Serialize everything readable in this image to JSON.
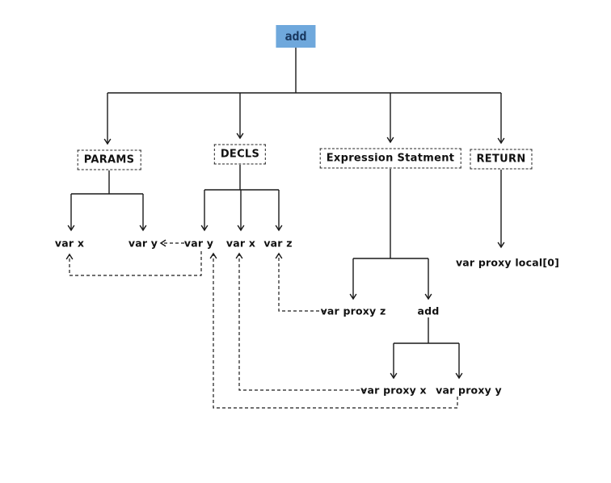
{
  "colors": {
    "background": "#ffffff",
    "line": "#1a1a1a",
    "root_fill": "#6fa8dc",
    "root_text": "#17365d"
  },
  "nodes": {
    "root": "add",
    "params": "PARAMS",
    "decls": "DECLS",
    "expr_stmt": "Expression Statment",
    "return": "RETURN",
    "params_var_x": "var x",
    "params_var_y": "var y",
    "decls_var_y": "var y",
    "decls_var_x": "var x",
    "decls_var_z": "var z",
    "return_proxy": "var proxy local[0]",
    "proxy_z": "var proxy z",
    "inner_add": "add",
    "proxy_x": "var proxy x",
    "proxy_y": "var proxy y"
  },
  "edges": [
    {
      "from": "add",
      "to": "PARAMS",
      "style": "solid"
    },
    {
      "from": "add",
      "to": "DECLS",
      "style": "solid"
    },
    {
      "from": "add",
      "to": "Expression Statment",
      "style": "solid"
    },
    {
      "from": "add",
      "to": "RETURN",
      "style": "solid"
    },
    {
      "from": "PARAMS",
      "to": "var x",
      "style": "solid"
    },
    {
      "from": "PARAMS",
      "to": "var y",
      "style": "solid"
    },
    {
      "from": "DECLS",
      "to": "var y",
      "style": "solid"
    },
    {
      "from": "DECLS",
      "to": "var x",
      "style": "solid"
    },
    {
      "from": "DECLS",
      "to": "var z",
      "style": "solid"
    },
    {
      "from": "Expression Statment",
      "to": "var proxy z",
      "style": "solid"
    },
    {
      "from": "Expression Statment",
      "to": "add",
      "style": "solid"
    },
    {
      "from": "add (inner)",
      "to": "var proxy x",
      "style": "solid"
    },
    {
      "from": "add (inner)",
      "to": "var proxy y",
      "style": "solid"
    },
    {
      "from": "RETURN",
      "to": "var proxy local[0]",
      "style": "solid"
    },
    {
      "from": "DECLS var y",
      "to": "PARAMS var y",
      "style": "dashed"
    },
    {
      "from": "DECLS var y",
      "to": "PARAMS var x",
      "style": "dashed"
    },
    {
      "from": "var proxy z",
      "to": "DECLS var z",
      "style": "dashed"
    },
    {
      "from": "var proxy x",
      "to": "DECLS var x",
      "style": "dashed"
    },
    {
      "from": "var proxy y",
      "to": "DECLS var y",
      "style": "dashed"
    }
  ]
}
